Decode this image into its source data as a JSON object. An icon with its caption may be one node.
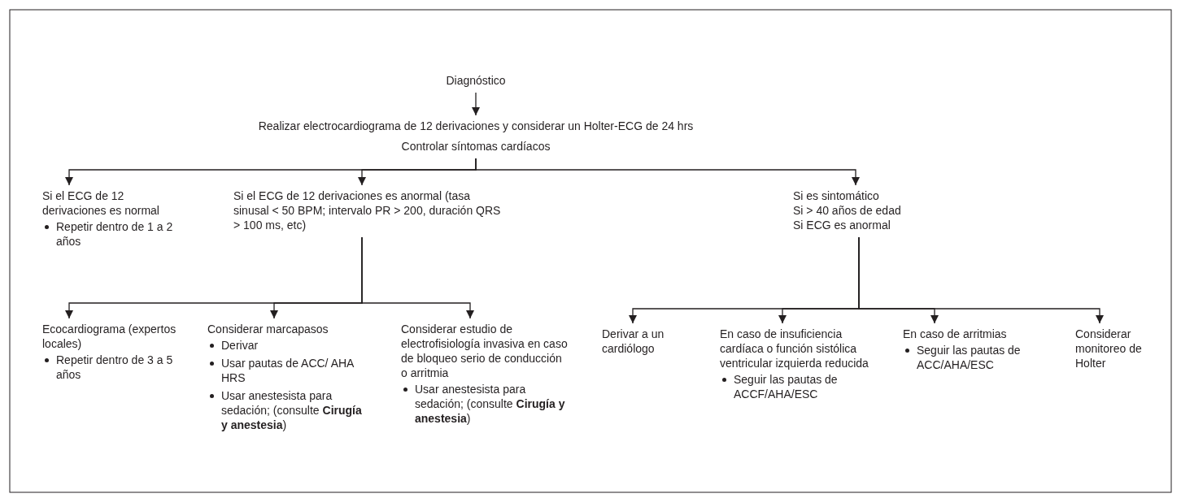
{
  "diagram": {
    "nodes": [
      {
        "text": [
          "Diagnóstico"
        ]
      },
      {
        "text": [
          "Realizar electrocardiograma de 12 derivaciones y considerar un Holter-ECG de 24 hrs",
          "Controlar síntomas cardíacos"
        ]
      },
      {
        "text": [
          "Si el ECG de 12 derivaciones es normal",
          "Repetir dentro de 1 a 2 años"
        ]
      },
      {
        "text": [
          "Si el ECG de 12 derivaciones es anormal (tasa sinusal < 50 BPM; intervalo PR > 200, duración QRS > 100 ms, etc)"
        ]
      },
      {
        "text": [
          "Si es sintomático",
          "Si > 40 años de edad",
          "Si ECG es anormal"
        ]
      },
      {
        "text": [
          "Ecocardiograma (expertos locales)",
          "Repetir dentro de 3 a 5 años"
        ]
      },
      {
        "text": [
          "Considerar marcapasos",
          "Derivar",
          "Usar pautas de ACC/ AHA HRS",
          "Usar anestesista para sedación; (consulte **Cirugía y anestesia**)"
        ]
      },
      {
        "text": [
          "Considerar estudio de electrofisiología invasiva en caso de bloqueo serio de conducción o arritmia",
          "Usar anestesista para sedación; (consulte **Cirugía y anestesia**)"
        ]
      },
      {
        "text": [
          "Derivar a un cardiólogo"
        ]
      },
      {
        "text": [
          "En caso de insuficiencia cardíaca o función sistólica ventricular izquierda reducida",
          "Seguir las pautas de ACCF/AHA/ESC"
        ]
      },
      {
        "text": [
          "En caso de arritmias",
          "Seguir las pautas de ACC/AHA/ESC"
        ]
      },
      {
        "text": [
          "Considerar monitoreo de Holter"
        ]
      }
    ],
    "edges": [
      {
        "from": 0,
        "to": 1,
        "arrow": "to"
      },
      {
        "from": 1,
        "to": 2,
        "arrow": "to"
      },
      {
        "from": 1,
        "to": 3,
        "arrow": "to"
      },
      {
        "from": 1,
        "to": 4,
        "arrow": "to"
      },
      {
        "from": 3,
        "to": 5,
        "arrow": "to"
      },
      {
        "from": 3,
        "to": 6,
        "arrow": "to"
      },
      {
        "from": 3,
        "to": 7,
        "arrow": "to"
      },
      {
        "from": 4,
        "to": 8,
        "arrow": "to"
      },
      {
        "from": 4,
        "to": 9,
        "arrow": "to"
      },
      {
        "from": 4,
        "to": 10,
        "arrow": "to"
      },
      {
        "from": 4,
        "to": 11,
        "arrow": "to"
      }
    ]
  }
}
